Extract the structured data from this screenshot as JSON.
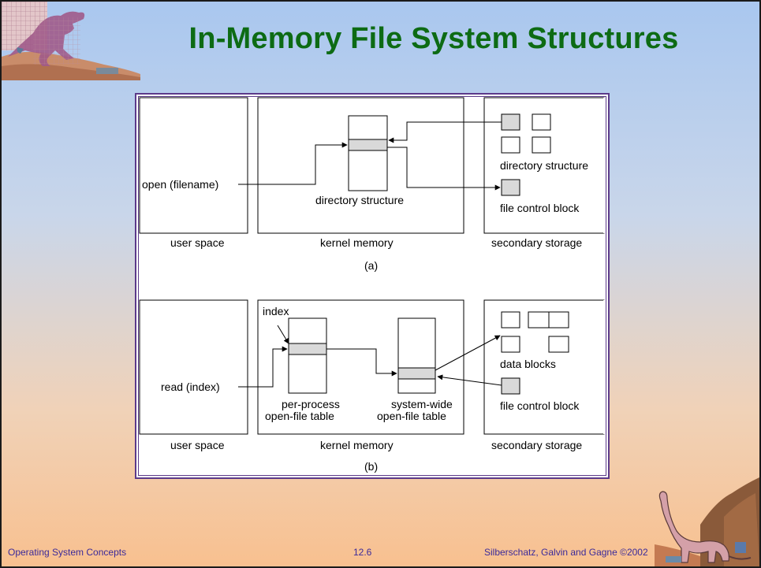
{
  "title": "In-Memory File System Structures",
  "footer": {
    "left": "Operating System Concepts",
    "center": "12.6",
    "right": "Silberschatz, Galvin and Gagne ©2002"
  },
  "diagram_a": {
    "label": "(a)",
    "call": "open (filename)",
    "kernel_table": "directory structure",
    "storage_directory": "directory structure",
    "storage_fcb": "file control block",
    "region_user": "user space",
    "region_kernel": "kernel memory",
    "region_storage": "secondary storage"
  },
  "diagram_b": {
    "label": "(b)",
    "call": "read (index)",
    "index": "index",
    "per_process_line1": "per-process",
    "per_process_line2": "open-file table",
    "system_wide_line1": "system-wide",
    "system_wide_line2": "open-file table",
    "storage_data": "data blocks",
    "storage_fcb": "file control block",
    "region_user": "user space",
    "region_kernel": "kernel memory",
    "region_storage": "secondary storage"
  },
  "colors": {
    "title": "#0d6b14",
    "footer": "#3b2a9a",
    "frame": "#5c3a8a",
    "highlight": "#d9d9d9"
  }
}
